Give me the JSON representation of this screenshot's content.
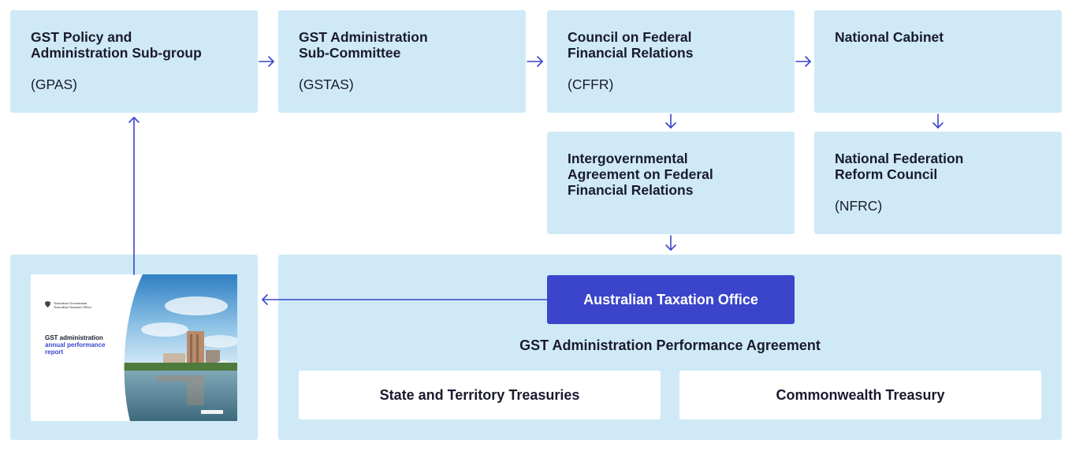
{
  "nodes": {
    "gpas": {
      "title": "GST Policy and\nAdministration Sub-group",
      "abbr": "(GPAS)"
    },
    "gstas": {
      "title": "GST Administration\nSub-Committee",
      "abbr": "(GSTAS)"
    },
    "cffr": {
      "title": "Council on Federal\nFinancial Relations",
      "abbr": "(CFFR)"
    },
    "national_cabinet": {
      "title": "National Cabinet"
    },
    "iga": {
      "title": "Intergovernmental\nAgreement on Federal\nFinancial Relations"
    },
    "nfrc": {
      "title": "National Federation\nReform Council",
      "abbr": "(NFRC)"
    }
  },
  "ato": {
    "label": "Australian Taxation Office"
  },
  "agreement": {
    "title": "GST Administration Performance Agreement",
    "parties": [
      "State and Territory Treasuries",
      "Commonwealth Treasury"
    ]
  },
  "report_cover": {
    "gov_line1": "Australian Government",
    "gov_line2": "Australian Taxation Office",
    "title_line1": "GST administration",
    "title_line2": "annual performance report"
  },
  "colors": {
    "box_fill": "#cfeaf6",
    "arrow": "#3a45cc",
    "ato_fill": "#3a45cc"
  }
}
